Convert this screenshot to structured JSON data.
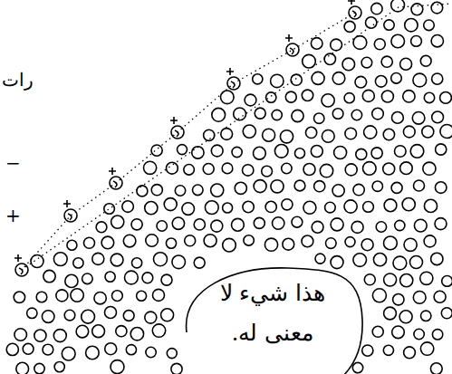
{
  "diagram": {
    "nodes": [
      {
        "text": [
          "هذا شيء لا معنى له."
        ]
      }
    ],
    "labels": [
      "رات",
      "−",
      "+"
    ]
  }
}
